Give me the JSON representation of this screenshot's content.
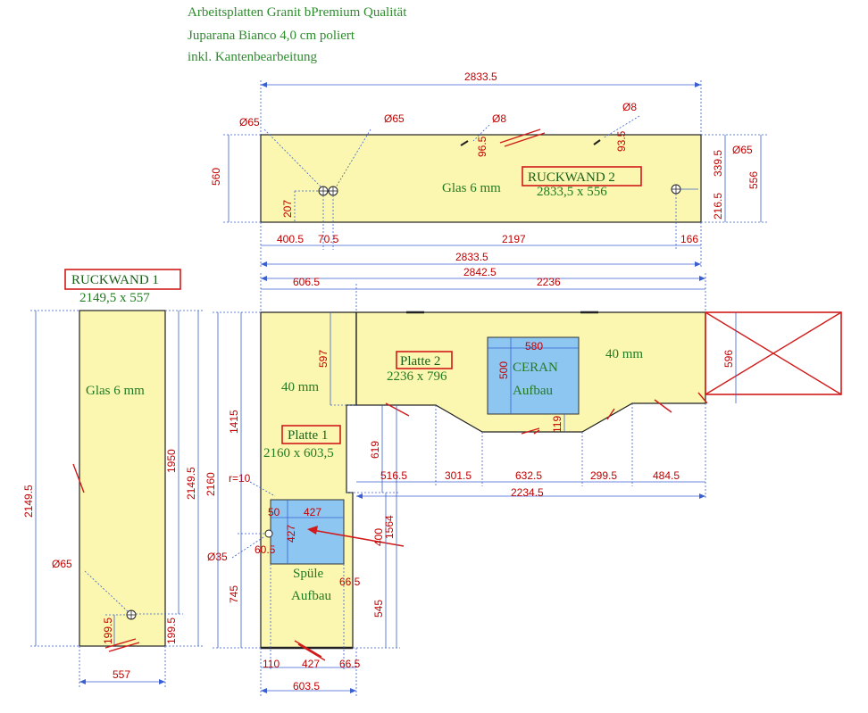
{
  "header": {
    "line1": "Arbeitsplatten Granit bPremium Qualität",
    "line2": "Juparana Bianco 4,0 cm poliert",
    "line3": "inkl. Kantenbearbeitung"
  },
  "ruckwand2": {
    "title": "RUCKWAND 2",
    "size": "2833,5 x 556",
    "material": "Glas 6 mm",
    "dims": {
      "top_width": "2833.5",
      "height_left": "560",
      "height_right": "556",
      "hole1_d": "Ø65",
      "hole2_d": "Ø65",
      "hole3_d": "Ø8",
      "hole4_d": "Ø8",
      "hole5_d": "Ø65",
      "h207": "207",
      "h96_5": "96.5",
      "h93_5": "93.5",
      "h339_5": "339.5",
      "h216_5": "216.5",
      "b400_5": "400.5",
      "b70_5": "70.5",
      "b2197": "2197",
      "b166": "166",
      "bottom_width": "2833.5"
    }
  },
  "ruckwand1": {
    "title": "RUCKWAND 1",
    "size": "2149,5 x 557",
    "material": "Glas 6 mm",
    "dims": {
      "height_left": "2149.5",
      "height_right1": "1950",
      "height_right2": "2149.5",
      "hole_d": "Ø65",
      "h199_5a": "199.5",
      "h199_5b": "199.5",
      "width": "557"
    }
  },
  "platte1": {
    "title": "Platte 1",
    "size": "2160 x 603,5",
    "thickness": "40 mm",
    "sink_top": "Spüle",
    "sink_bottom": "Aufbau"
  },
  "platte2": {
    "title": "Platte 2",
    "size": "2236 x 796",
    "thickness": "40 mm",
    "ceran_top": "CERAN",
    "ceran_bottom": "Aufbau"
  },
  "dims_l": {
    "total": "2842.5",
    "left": "606.5",
    "right": "2236",
    "d2160": "2160",
    "d1415": "1415",
    "d745": "745",
    "r10": "r=10",
    "d35": "Ø35",
    "d597": "597",
    "d619": "619",
    "d596": "596",
    "d580": "580",
    "d500": "500",
    "d119": "119",
    "d516_5": "516.5",
    "d301_5": "301.5",
    "d632_5": "632.5",
    "d299_5": "299.5",
    "d484_5": "484.5",
    "d2234_5": "2234.5",
    "d50": "50",
    "d427a": "427",
    "d427b": "427",
    "d60_5": "60.5",
    "d400": "400",
    "d1564": "1564",
    "d545": "545",
    "d66_5a": "66.5",
    "d110": "110",
    "d427c": "427",
    "d66_5b": "66.5",
    "d603_5": "603.5"
  },
  "colors": {
    "slab": "#fbf7b0",
    "cutout": "#8ec6f2",
    "dimension": "#c00000",
    "label": "#227a22",
    "dimline": "#3a5fd0"
  }
}
